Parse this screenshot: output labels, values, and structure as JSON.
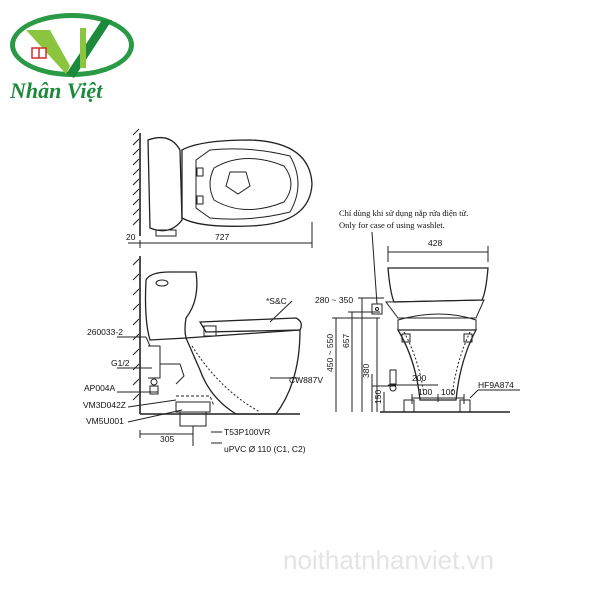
{
  "brand": {
    "name": "Nhân Việt",
    "colors": {
      "green": "#1c8a3a",
      "light": "#8bc53f",
      "accent": "#d22d2d"
    }
  },
  "top_view": {
    "dim_wall": "20",
    "dim_length": "727"
  },
  "side_view": {
    "label_seat": "*S&C",
    "label_bowl": "CW887V",
    "parts_left": [
      "260033-2",
      "G1/2",
      "AP004A",
      "VM3D042Z",
      "VM5U001"
    ],
    "dim_rough_in": "305",
    "label_flange": "T53P100VR",
    "label_pipe": "uPVC Ø 110 (C1, C2)"
  },
  "front_view": {
    "note_vi": "Chỉ dùng khi sử dụng nắp rửa điện tử.",
    "note_en": "Only for case of using washlet.",
    "dim_width": "428",
    "dim_outlet_range": "280 ~ 350",
    "dim_657": "657",
    "dim_450_550": "450 ~ 550",
    "dim_380": "380",
    "dim_150": "150",
    "dim_200": "200",
    "dim_100a": "100",
    "dim_100b": "100",
    "label_bolts": "HF9A874"
  },
  "watermark": "noithatnhanviet.vn"
}
